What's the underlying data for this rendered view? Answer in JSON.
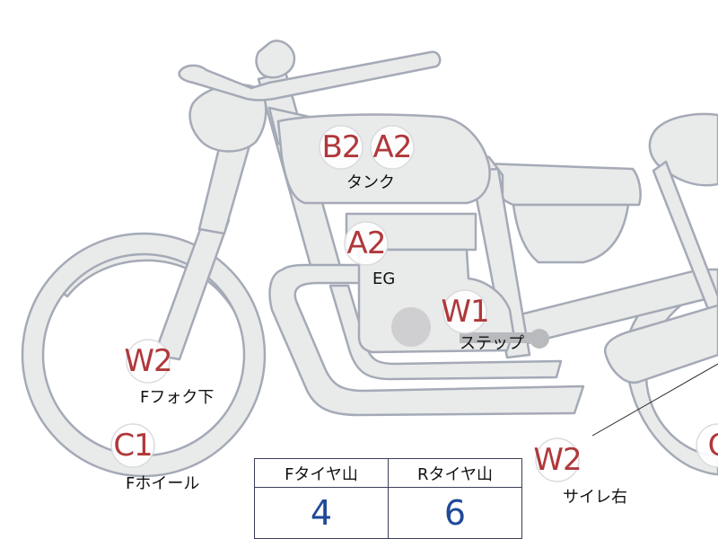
{
  "colors": {
    "body_fill": "#e9eaea",
    "body_stroke": "#a4aab6",
    "grade_text": "#b0383b",
    "tire_value": "#1f4a9a",
    "engine_dot": "#cfcfd2"
  },
  "labels": {
    "tank": "タンク",
    "engine": "EG",
    "step": "ステップ",
    "front_fork_lower": "Fフォク下",
    "front_wheel": "Fホイール",
    "muffler_right": "サイレ右"
  },
  "grades": {
    "tank_left": "B2",
    "tank_right": "A2",
    "engine": "A2",
    "step": "W1",
    "front_fork": "W2",
    "front_wheel": "C1",
    "muffler": "W2",
    "rear_wheel": "C"
  },
  "tire_table": {
    "headers": [
      "Fタイヤ山",
      "Rタイヤ山"
    ],
    "values": [
      "4",
      "6"
    ]
  }
}
